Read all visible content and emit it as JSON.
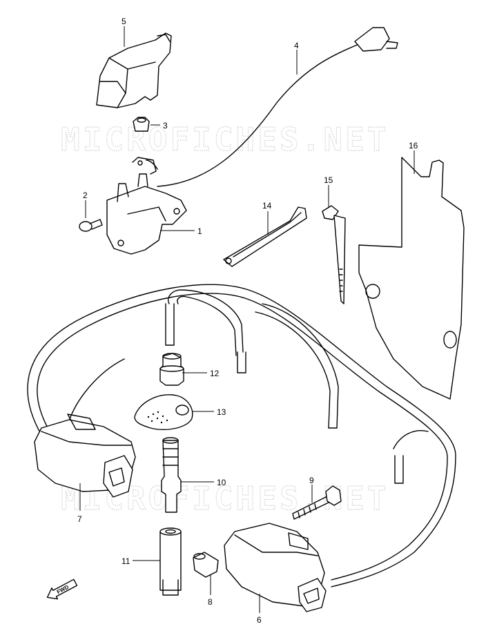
{
  "watermark": "MICROFICHES.NET",
  "direction_marker": "FWD",
  "callouts": [
    "1",
    "2",
    "3",
    "4",
    "5",
    "6",
    "7",
    "8",
    "9",
    "10",
    "11",
    "12",
    "13",
    "14",
    "15",
    "16"
  ]
}
